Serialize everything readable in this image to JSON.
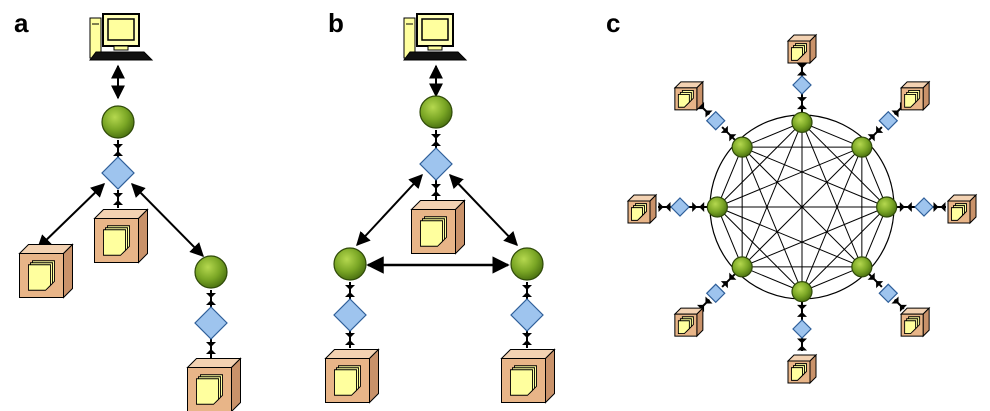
{
  "panels": [
    {
      "label": "a"
    },
    {
      "label": "b"
    },
    {
      "label": "c"
    }
  ],
  "colors": {
    "node_fill": "#6b9a1c",
    "node_highlight": "#a9cf45",
    "diamond_fill": "#9ec4ee",
    "box_front": "#e8b588",
    "box_side": "#c9926a",
    "box_top": "#f3d2b2",
    "doc_fill": "#ffff9e",
    "line": "#000000"
  },
  "icons": [
    "computer-icon",
    "node-icon",
    "service-diamond-icon",
    "storage-box-icon",
    "document-icon"
  ]
}
